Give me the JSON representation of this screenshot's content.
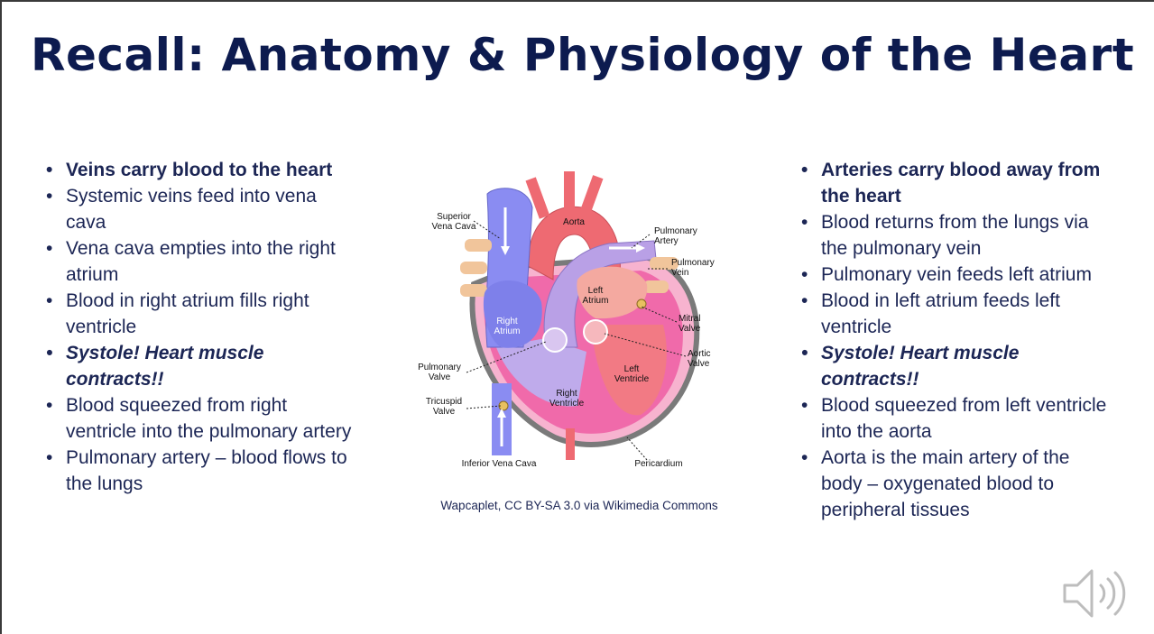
{
  "slide": {
    "title": "Recall: Anatomy & Physiology of the Heart",
    "left_bullets": [
      {
        "text": "Veins carry blood to the heart",
        "style": "bold"
      },
      {
        "text": "Systemic veins feed into vena cava",
        "style": "normal"
      },
      {
        "text": "Vena cava empties into the right atrium",
        "style": "normal"
      },
      {
        "text": "Blood in right atrium fills right ventricle",
        "style": "normal"
      },
      {
        "text": "Systole! Heart muscle contracts!!",
        "style": "bold-italic"
      },
      {
        "text": "Blood squeezed from right ventricle into the pulmonary artery",
        "style": "normal"
      },
      {
        "text": "Pulmonary artery – blood flows to the lungs",
        "style": "normal"
      }
    ],
    "right_bullets": [
      {
        "text": "Arteries carry blood away from the heart",
        "style": "bold"
      },
      {
        "text": "Blood returns from the lungs via the pulmonary vein",
        "style": "normal"
      },
      {
        "text": "Pulmonary vein feeds left atrium",
        "style": "normal"
      },
      {
        "text": "Blood in left atrium feeds left ventricle",
        "style": "normal"
      },
      {
        "text": "Systole! Heart muscle contracts!!",
        "style": "bold-italic"
      },
      {
        "text": "Blood squeezed from left ventricle into the aorta",
        "style": "normal"
      },
      {
        "text": "Aorta is the main artery of the body – oxygenated blood to peripheral tissues",
        "style": "normal"
      }
    ],
    "caption": "Wapcaplet, CC BY-SA 3.0 via Wikimedia Commons"
  },
  "diagram": {
    "labels": {
      "superior_vena_cava_1": "Superior",
      "superior_vena_cava_2": "Vena Cava",
      "aorta": "Aorta",
      "pulmonary_artery_1": "Pulmonary",
      "pulmonary_artery_2": "Artery",
      "pulmonary_vein_1": "Pulmonary",
      "pulmonary_vein_2": "Vein",
      "left_atrium_1": "Left",
      "left_atrium_2": "Atrium",
      "right_atrium_1": "Right",
      "right_atrium_2": "Atrium",
      "mitral_valve_1": "Mitral",
      "mitral_valve_2": "Valve",
      "aortic_valve_1": "Aortic",
      "aortic_valve_2": "Valve",
      "pulmonary_valve_1": "Pulmonary",
      "pulmonary_valve_2": "Valve",
      "left_ventricle_1": "Left",
      "left_ventricle_2": "Ventricle",
      "right_ventricle_1": "Right",
      "right_ventricle_2": "Ventricle",
      "tricuspid_valve_1": "Tricuspid",
      "tricuspid_valve_2": "Valve",
      "inferior_vena_cava": "Inferior Vena Cava",
      "pericardium": "Pericardium"
    },
    "colors": {
      "deoxygenated": "#8a8cf2",
      "oxygenated": "#ee6a72",
      "pulmonary": "#b9a0e6",
      "muscle": "#f06aaa",
      "pericardium": "#7a7a7a",
      "veins_tan": "#f1c59b"
    }
  },
  "icons": {
    "speaker": "speaker-icon"
  }
}
